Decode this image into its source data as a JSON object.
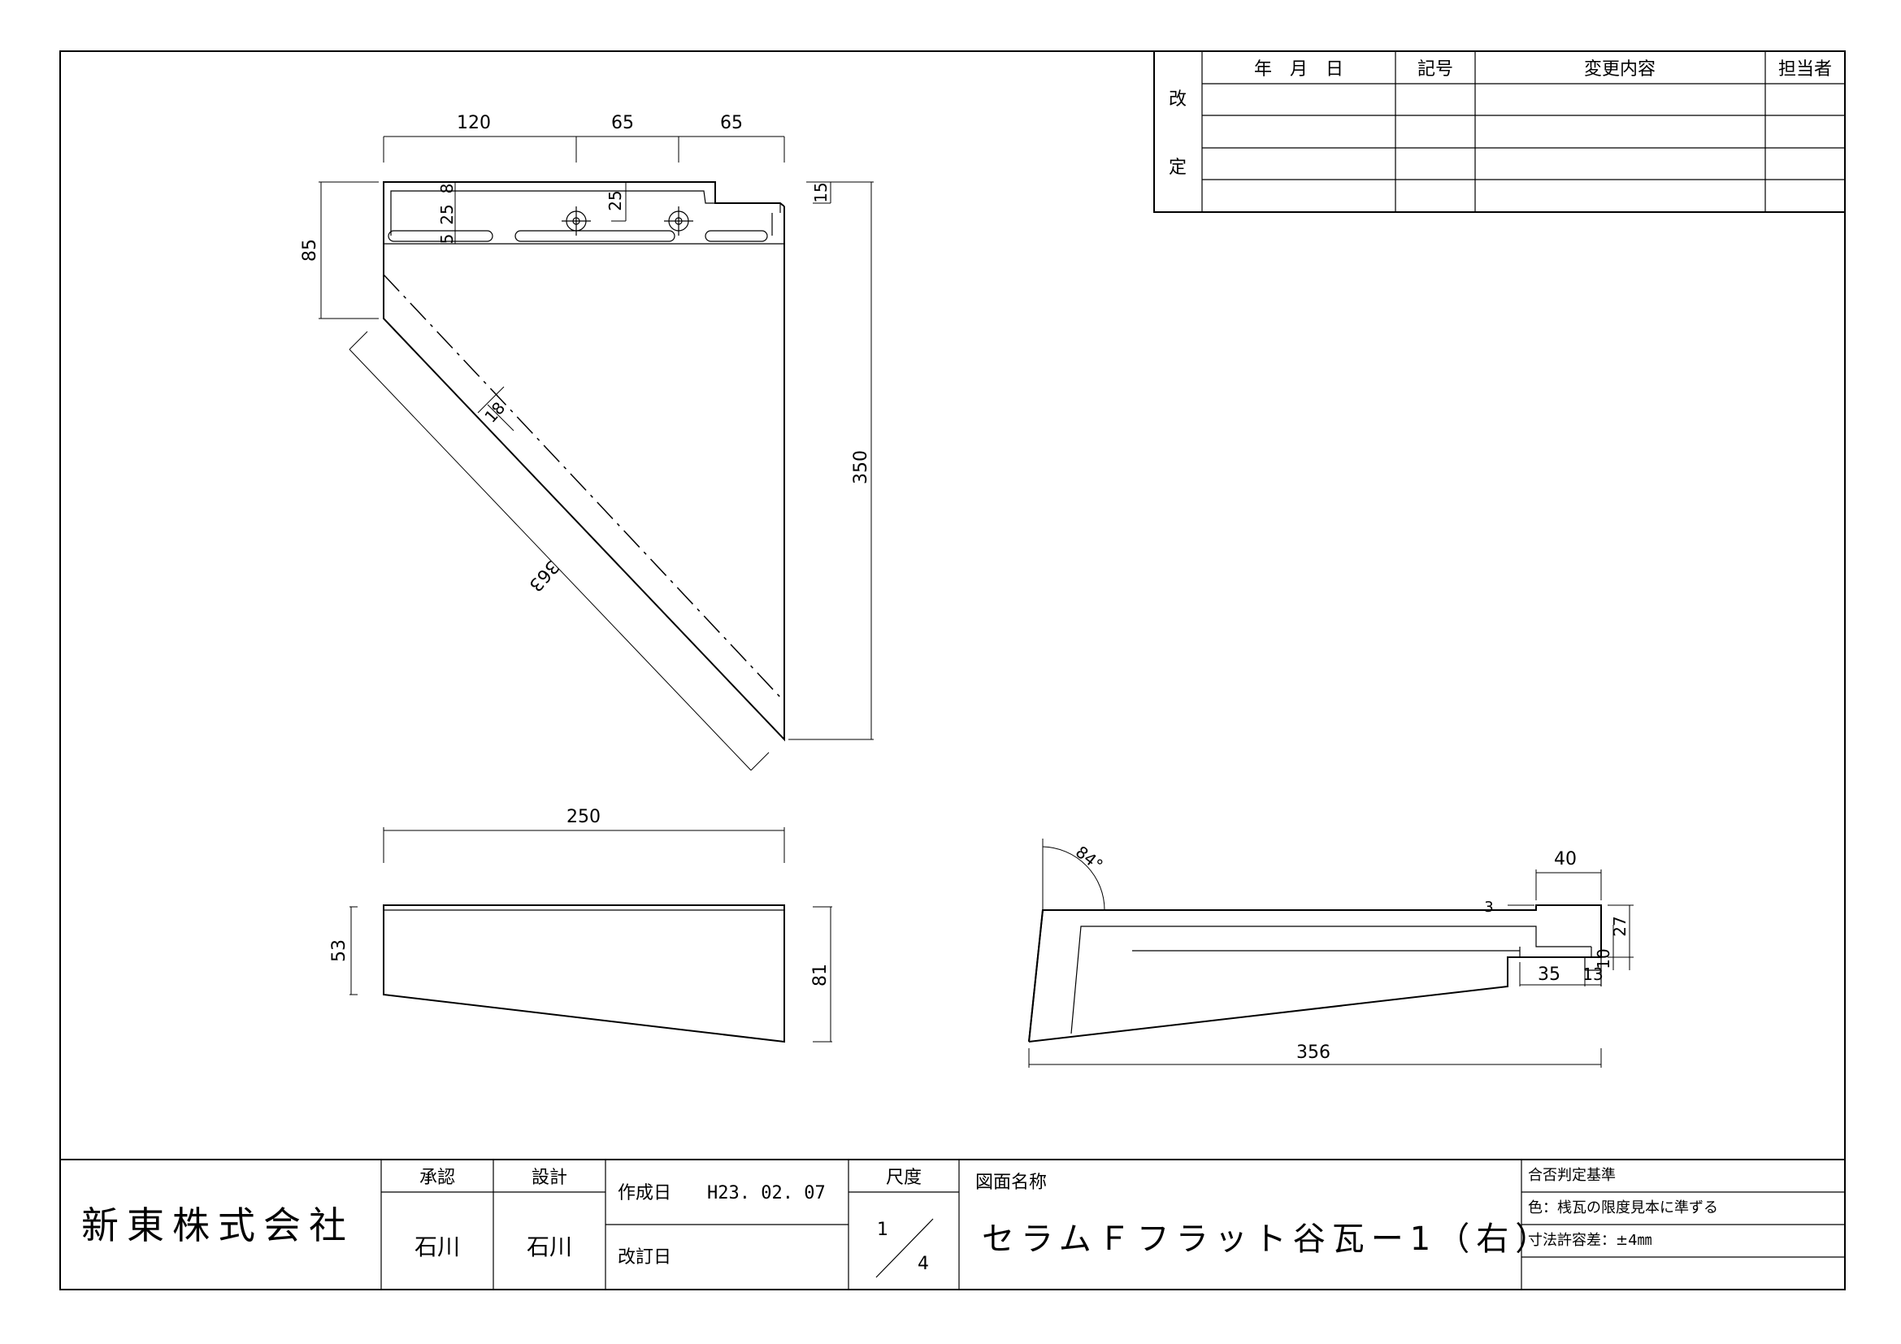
{
  "revision_table": {
    "side_label_top": "改",
    "side_label_bottom": "定",
    "col_date": "年　月　日",
    "col_mark": "記号",
    "col_content": "変更内容",
    "col_person": "担当者"
  },
  "title_block": {
    "company": "新東株式会社",
    "approval_label": "承認",
    "design_label": "設計",
    "approval_name": "石川",
    "design_name": "石川",
    "created_label": "作成日",
    "created_date": "H23. 02. 07",
    "revised_label": "改訂日",
    "scale_label": "尺度",
    "scale_num": "1",
    "scale_den": "4",
    "drawing_name_label": "図面名称",
    "drawing_name": "セラムＦフラット谷瓦ー1（右）",
    "criteria_label": "合否判定基準",
    "criteria_color": "色：桟瓦の限度見本に準ずる",
    "criteria_tolerance": "寸法許容差：±4㎜"
  },
  "dimensions": {
    "top_view": {
      "d120": "120",
      "d65a": "65",
      "d65b": "65",
      "d8": "8",
      "d25a": "25",
      "d5": "5",
      "d25b": "25",
      "d15": "15",
      "d85": "85",
      "d350": "350",
      "d18": "18",
      "d363": "363"
    },
    "front_view": {
      "d250": "250",
      "d53": "53",
      "d81": "81"
    },
    "side_view": {
      "angle": "84°",
      "d40": "40",
      "d3": "3",
      "d10": "10",
      "d27": "27",
      "d35": "35",
      "d13": "13",
      "d356": "356"
    }
  }
}
